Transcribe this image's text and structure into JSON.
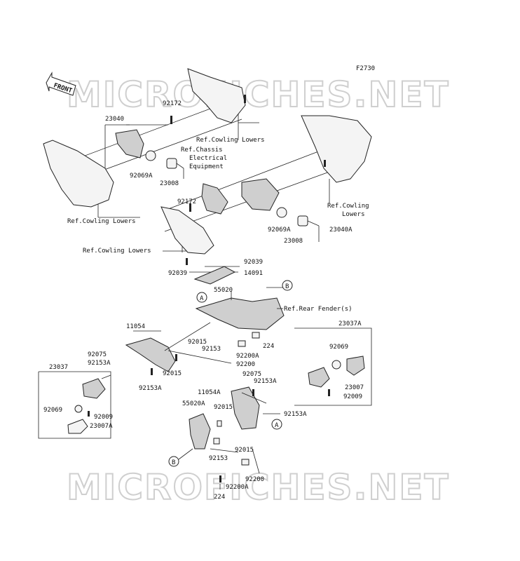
{
  "figure_code": "F2730",
  "watermark": "MICROFICHES.NET",
  "front_label": "FRONT",
  "callouts": {
    "A": "A",
    "B": "B"
  },
  "labels": {
    "l23040": "23040",
    "l92172a": "92172",
    "ref_cowling_lowers_1": "Ref.Cowling Lowers",
    "ref_chassis_1": "Ref.Chassis",
    "ref_chassis_2": "Electrical",
    "ref_chassis_3": "Equipment",
    "l92069A_a": "92069A",
    "l23008_a": "23008",
    "ref_cowling_lowers_2a": "Ref.Cowling",
    "ref_cowling_lowers_2b": "Lowers",
    "ref_cowling_lowers_3": "Ref.Cowling Lowers",
    "l92172b": "92172",
    "l92069A_b": "92069A",
    "l23008_b": "23008",
    "l23040A": "23040A",
    "ref_cowling_lowers_4": "Ref.Cowling Lowers",
    "l92039a": "92039",
    "l92039b": "92039",
    "l14091": "14091",
    "l55020": "55020",
    "ref_rear_fender": "Ref.Rear Fender(s)",
    "l11054": "11054",
    "l92015a": "92015",
    "l92153a": "92153",
    "l224a": "224",
    "l23037A": "23037A",
    "l92075a": "92075",
    "l92153Aa": "92153A",
    "l92200Aa": "92200A",
    "l92200a": "92200",
    "l92069a": "92069",
    "l92015b": "92015",
    "l92153Ab": "92153A",
    "l23037": "23037",
    "l92075b": "92075",
    "l92153Ac": "92153A",
    "l11054A": "11054A",
    "l23007": "23007",
    "l92009a": "92009",
    "l55020A": "55020A",
    "l92015c": "92015",
    "l92153Ad": "92153A",
    "l92069b": "92069",
    "l92009b": "92009",
    "l23007A": "23007A",
    "l92015d": "92015",
    "l92153b": "92153",
    "l92200b": "92200",
    "l92200Ab": "92200A",
    "l224b": "224"
  }
}
